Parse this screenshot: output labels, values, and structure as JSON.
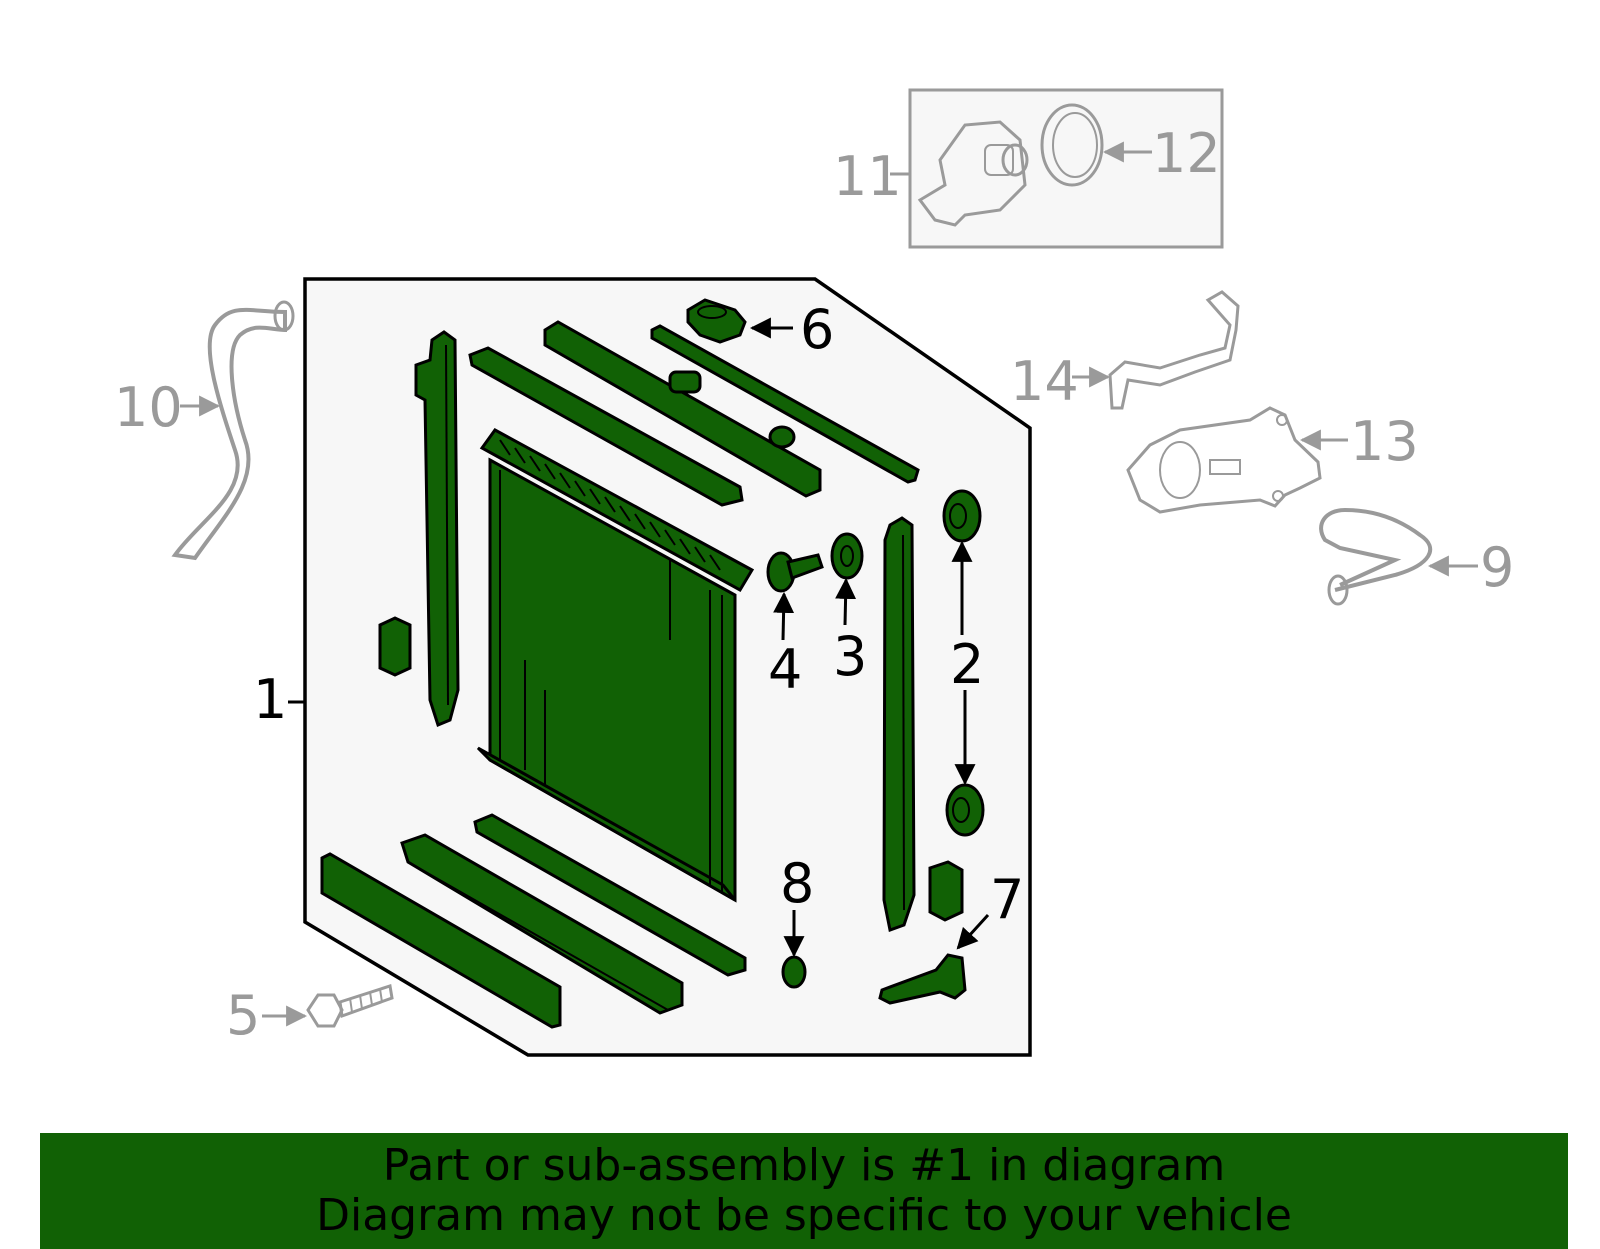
{
  "colors": {
    "part_fill": "#116105",
    "panel_bg": "#f7f7f7",
    "banner_bg": "#116105",
    "grey_line": "#9a9a9a",
    "dark_line": "#000000"
  },
  "callouts": {
    "c1": "1",
    "c2": "2",
    "c3": "3",
    "c4": "4",
    "c5": "5",
    "c6": "6",
    "c7": "7",
    "c8": "8",
    "c9": "9",
    "c10": "10",
    "c11": "11",
    "c12": "12",
    "c13": "13",
    "c14": "14"
  },
  "banner": {
    "line1": "Part or sub-assembly is #1 in diagram",
    "line2": "Diagram may not be specific to your vehicle"
  }
}
